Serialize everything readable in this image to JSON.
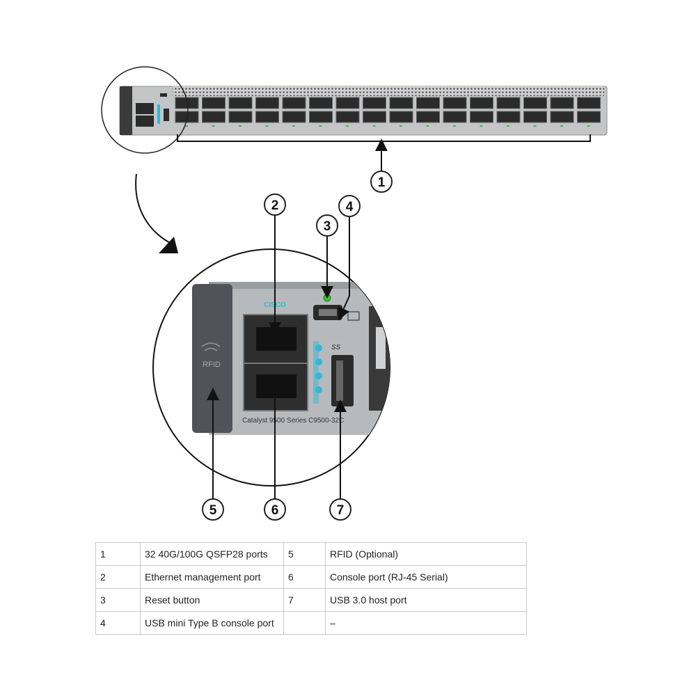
{
  "callouts": [
    "1",
    "2",
    "3",
    "4",
    "5",
    "6",
    "7"
  ],
  "device": {
    "brand": "CISCO",
    "model_text": "Catalyst 9500 Series  C9500-32C",
    "rfid_label": "RFID",
    "usb_label": "SS"
  },
  "legend": {
    "rows": [
      {
        "num_a": "1",
        "desc_a": "32 40G/100G QSFP28 ports",
        "num_b": "5",
        "desc_b": "RFID (Optional)"
      },
      {
        "num_a": "2",
        "desc_a": "Ethernet management port",
        "num_b": "6",
        "desc_b": "Console port (RJ-45 Serial)"
      },
      {
        "num_a": "3",
        "desc_a": "Reset button",
        "num_b": "7",
        "desc_b": "USB 3.0 host port"
      },
      {
        "num_a": "4",
        "desc_a": "USB mini Type B console port",
        "num_b": "",
        "desc_b": "–"
      }
    ]
  },
  "colors": {
    "chassis": "#b9bcbf",
    "port_dark": "#2b2b2b",
    "accent_cyan": "#33b7d8",
    "led_green": "#39c43a"
  }
}
